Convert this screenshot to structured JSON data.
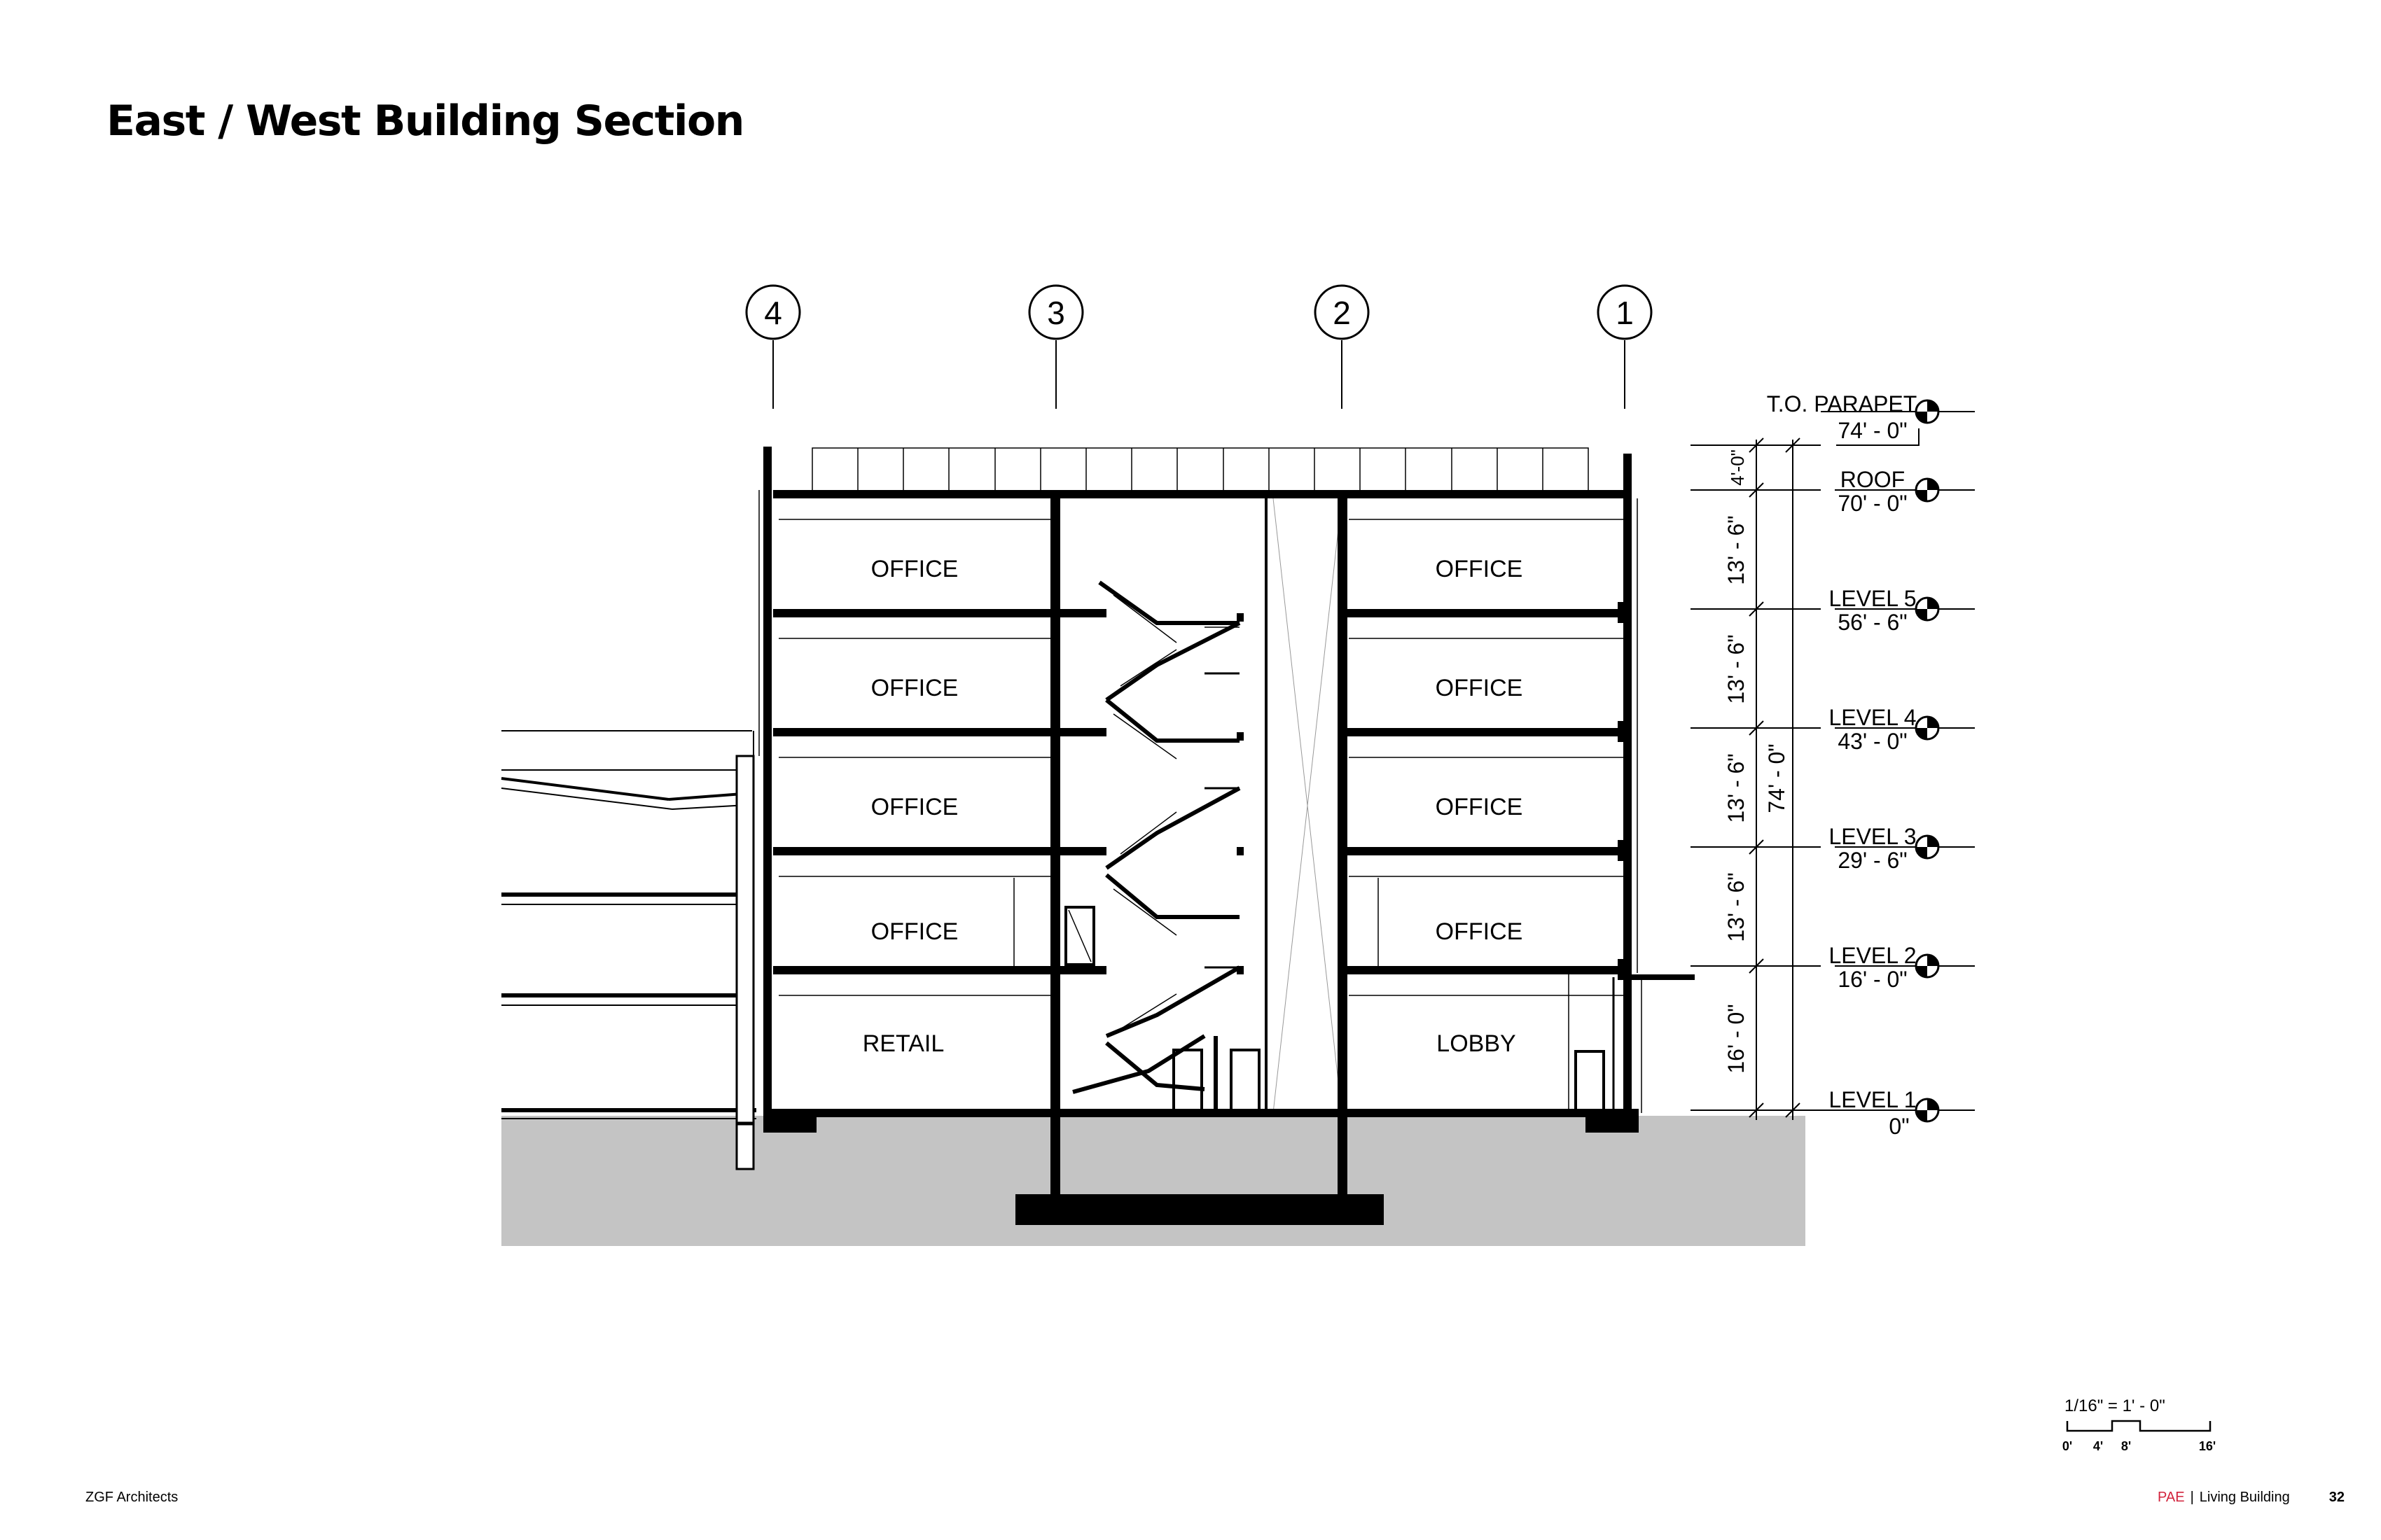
{
  "page": {
    "title": "East / West Building Section",
    "firm": "ZGF Architects",
    "brand": "PAE",
    "separator": "|",
    "subject": "Living Building",
    "page_number": "32"
  },
  "grid_lines": [
    "4",
    "3",
    "2",
    "1"
  ],
  "rooms": {
    "west": [
      "OFFICE",
      "OFFICE",
      "OFFICE",
      "OFFICE",
      "RETAIL"
    ],
    "east": [
      "OFFICE",
      "OFFICE",
      "OFFICE",
      "OFFICE",
      "LOBBY"
    ]
  },
  "levels": [
    {
      "name": "T.O. PARAPET",
      "elevation": "74' - 0\""
    },
    {
      "name": "ROOF",
      "elevation": "70' - 0\""
    },
    {
      "name": "LEVEL 5",
      "elevation": "56' - 6\""
    },
    {
      "name": "LEVEL 4",
      "elevation": "43' - 0\""
    },
    {
      "name": "LEVEL 3",
      "elevation": "29' - 6\""
    },
    {
      "name": "LEVEL 2",
      "elevation": "16' - 0\""
    },
    {
      "name": "LEVEL 1",
      "elevation": "0\""
    }
  ],
  "floor_dimensions": [
    "4'-0\"",
    "13' - 6\"",
    "13' - 6\"",
    "13' - 6\"",
    "13' - 6\"",
    "16' - 0\""
  ],
  "overall_dimension": "74' - 0\"",
  "scale": {
    "label": "1/16\" = 1' - 0\"",
    "ticks": [
      "0'",
      "4'",
      "8'",
      "16'"
    ]
  }
}
